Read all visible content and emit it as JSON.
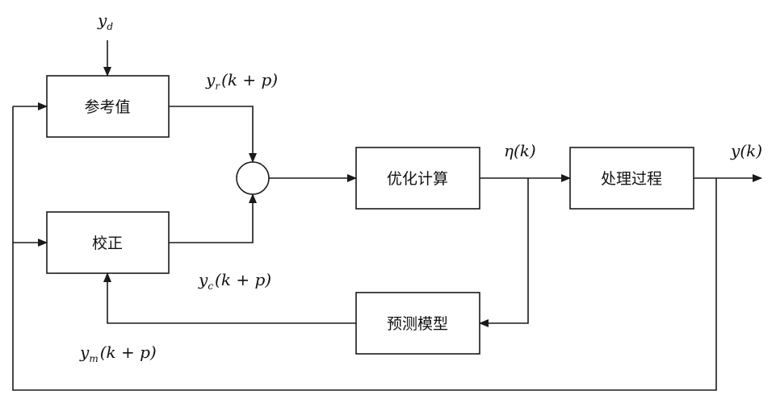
{
  "diagram": {
    "type": "control-block-diagram",
    "blocks": {
      "reference": "参考值",
      "correction": "校正",
      "optimization": "优化计算",
      "process": "处理过程",
      "prediction_model": "预测模型"
    },
    "signals": {
      "yd": {
        "base": "y",
        "sub": "d"
      },
      "yr": {
        "base": "y",
        "sub": "r",
        "arg": "(k + p)"
      },
      "yc": {
        "base": "y",
        "sub": "c",
        "arg": "(k + p)"
      },
      "ym": {
        "base": "y",
        "sub": "m",
        "arg": "(k + p)"
      },
      "eta": {
        "base": "η",
        "arg": "(k)"
      },
      "y": {
        "base": "y",
        "arg": "(k)"
      }
    },
    "colors": {
      "stroke": "#1a1a1a",
      "background": "#ffffff"
    }
  }
}
